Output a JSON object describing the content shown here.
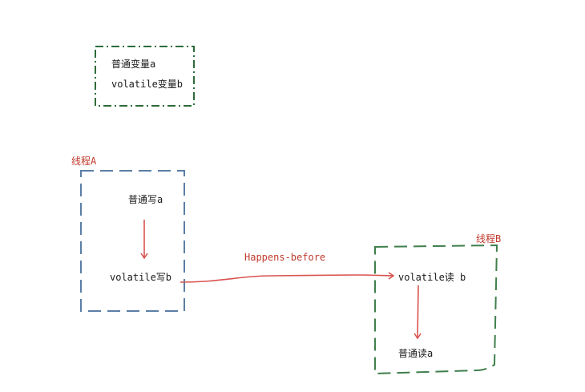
{
  "legend": {
    "normal_variable": "普通变量a",
    "volatile_variable": "volatile变量b"
  },
  "thread_a": {
    "title": "线程A",
    "normal_write": "普通写a",
    "volatile_write": "volatile写b"
  },
  "thread_b": {
    "title": "线程B",
    "volatile_read": "volatile读 b",
    "normal_read": "普通读a"
  },
  "relation": {
    "label": "Happens-before"
  },
  "colors": {
    "legend_border": "#2e6b3a",
    "thread_a_border": "#5b7fa6",
    "thread_b_border": "#3f7f4c",
    "arrow": "#d9534f",
    "title_text": "#c0392b",
    "body_text": "#1a1a1a"
  }
}
